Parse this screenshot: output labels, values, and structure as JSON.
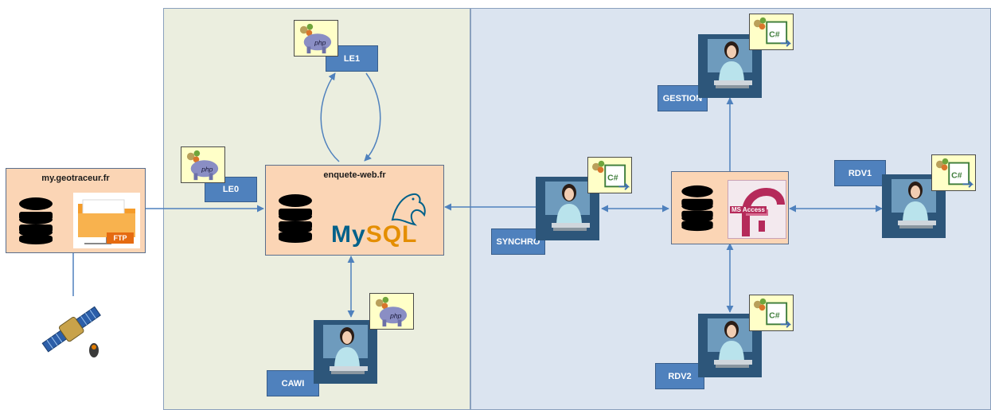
{
  "nodes": {
    "geotraceur": {
      "title": "my.geotraceur.fr",
      "ftp_label": "FTP"
    },
    "enquete": {
      "title": "enquete-web.fr",
      "mysql_label": "MySQL"
    },
    "access": {
      "ms_access_label": "MS Access"
    }
  },
  "tags": {
    "le0": "LE0",
    "le1": "LE1",
    "cawi": "CAWI",
    "synchro": "SYNCHRO",
    "gestion": "GESTION",
    "rdv1": "RDV1",
    "rdv2": "RDV2"
  },
  "badges": {
    "php": "php",
    "csharp": "C#"
  },
  "colors": {
    "zone_left": "#ebeedf",
    "zone_right": "#dbe4f0",
    "node_fill": "#fbd5b5",
    "tag_fill": "#4f81bd",
    "connector": "#4f81bd",
    "mysql_blue": "#00618a",
    "mysql_orange": "#e48e00"
  }
}
